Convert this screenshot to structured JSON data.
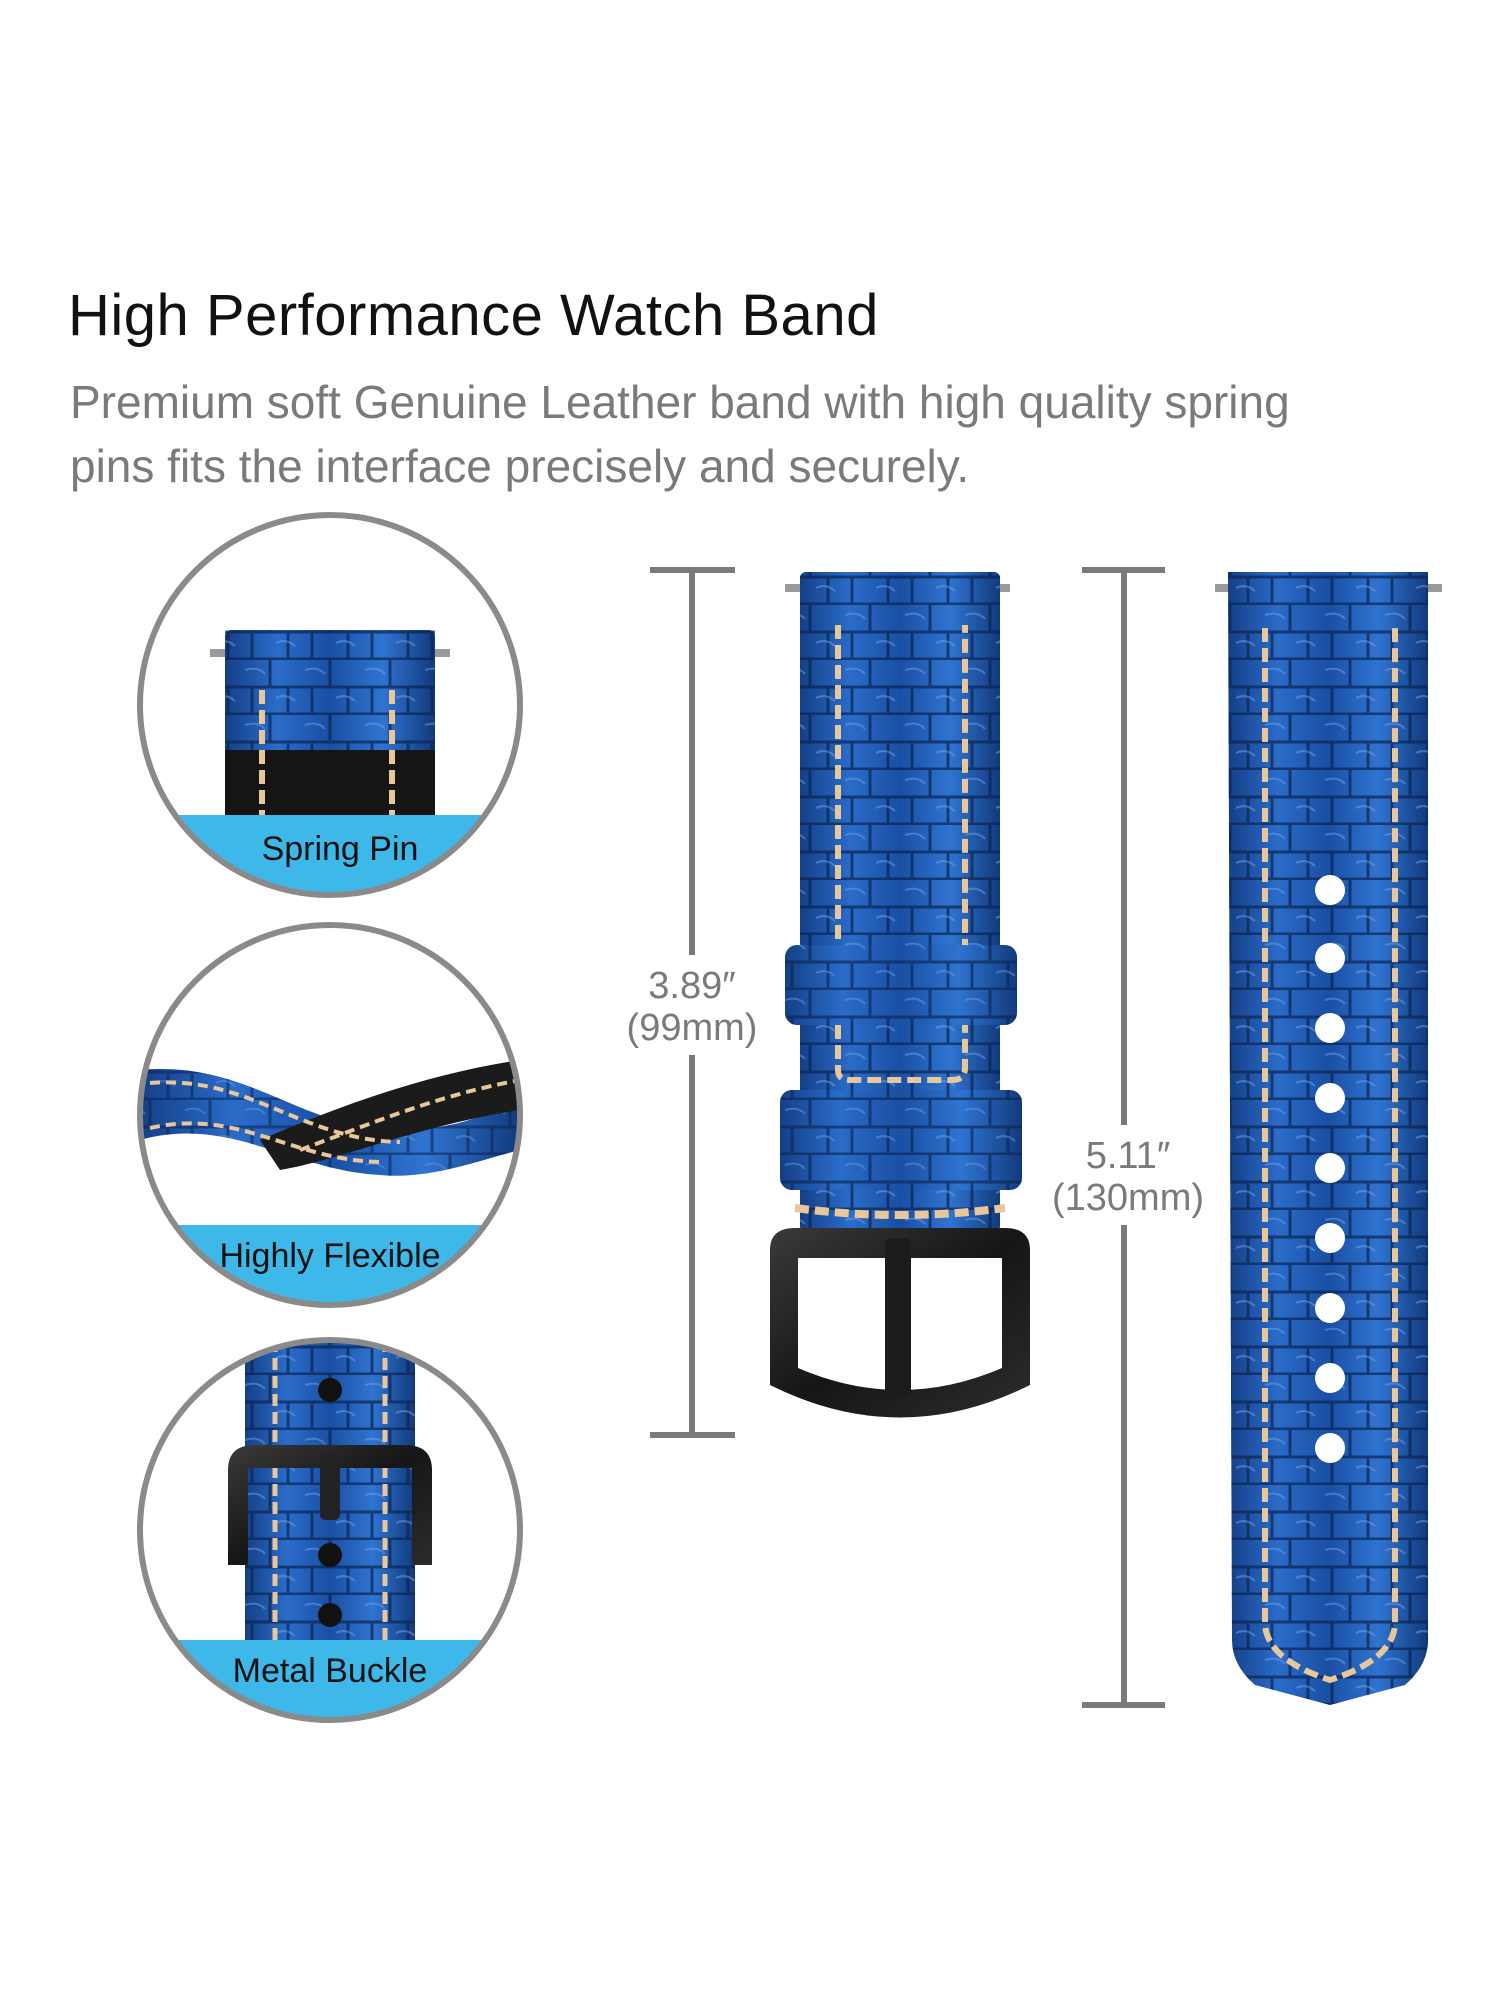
{
  "header": {
    "title": "High Performance Watch Band",
    "subtitle_line1": "Premium soft Genuine Leather band with high quality spring",
    "subtitle_line2": "pins fits the interface precisely and securely."
  },
  "features": [
    {
      "label": "Spring Pin"
    },
    {
      "label": "Highly Flexible"
    },
    {
      "label": "Metal Buckle"
    }
  ],
  "dimensions": {
    "short_strap": {
      "inches": "3.89″",
      "mm": "(99mm)"
    },
    "long_strap": {
      "inches": "5.11″",
      "mm": "(130mm)"
    }
  },
  "colors": {
    "leather_blue": "#1f5bb5",
    "leather_dark": "#0d2a5c",
    "stitch": "#e8c79a",
    "label_band": "#3db8e8",
    "circle_border": "#8a8a8a",
    "buckle": "#1e1e1e",
    "dim_line": "#7a7a7a"
  }
}
